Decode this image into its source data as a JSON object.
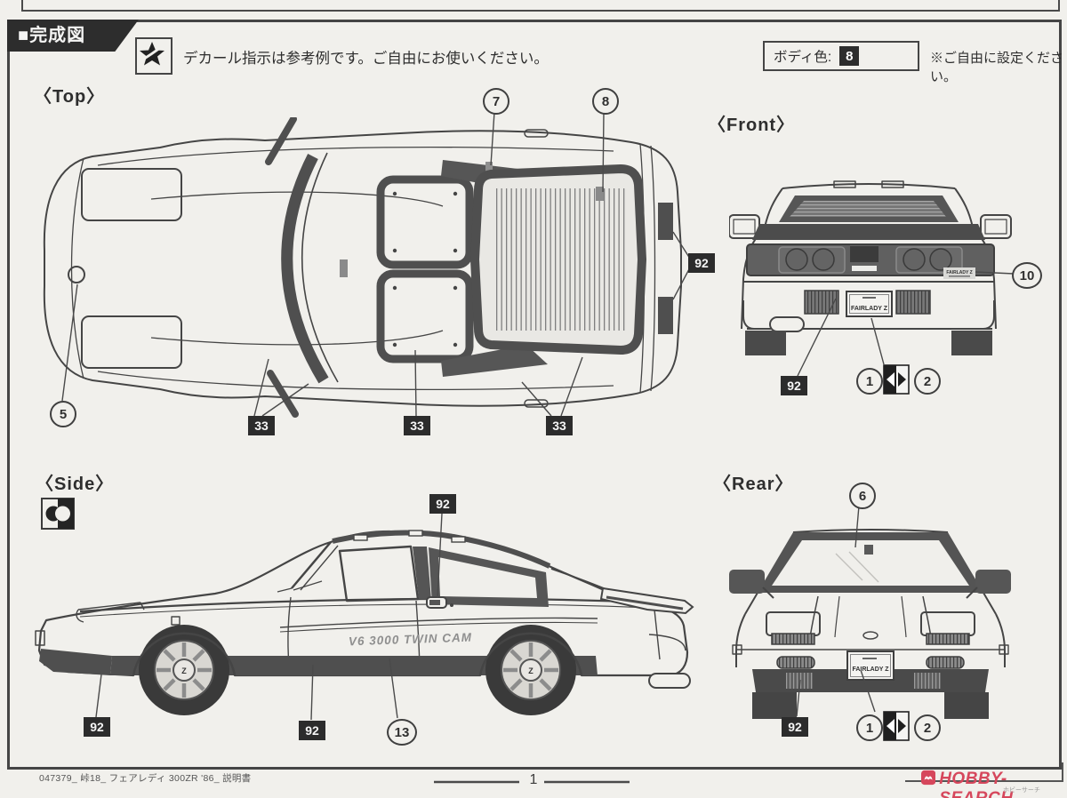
{
  "header": {
    "tab_title": "■完成図",
    "decal_note": "デカール指示は参考例です。ご自由にお使いください。",
    "body_color_label": "ボディ色:",
    "body_color_value": "8",
    "body_color_note": "※ご自由に設定ください。"
  },
  "views": {
    "top": {
      "label": "〈Top〉"
    },
    "front": {
      "label": "〈Front〉"
    },
    "side": {
      "label": "〈Side〉"
    },
    "rear": {
      "label": "〈Rear〉"
    }
  },
  "decals": {
    "side_logo": "V6 3000 TWIN CAM",
    "license_plate": "FAIRLADY Z",
    "rear_badge": "FAIRLADY Z",
    "wheel_center": "Z"
  },
  "callouts": {
    "c1": "1",
    "c2": "2",
    "c5": "5",
    "c6": "6",
    "c7": "7",
    "c8": "8",
    "c10": "10",
    "c13": "13",
    "c92": "92",
    "c33": "33"
  },
  "footer": {
    "doc_id": "047379_ 峠18_ フェアレディ 300ZR '86_ 説明書",
    "page_number": "1",
    "watermark": "HOBBY-SEARCH",
    "watermark_sub": "ホビーサーチ"
  },
  "colors": {
    "paper": "#f1f0ec",
    "ink": "#454545",
    "dark_fill": "#4f4f4f",
    "watermark_red": "#d6475c"
  }
}
